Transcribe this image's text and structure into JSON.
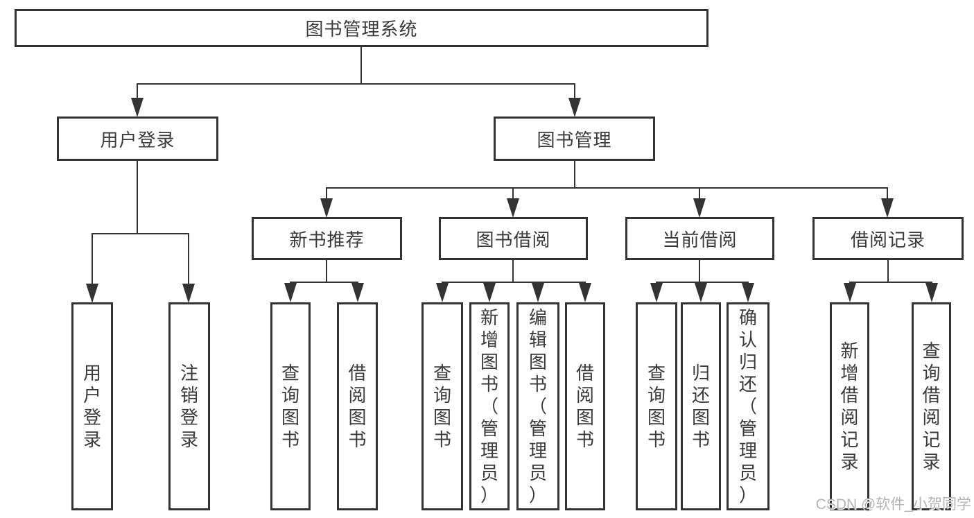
{
  "palette": {
    "line_color": "#333333",
    "text_color": "#3a3a3a",
    "box_background": "#ffffff",
    "watermark_color": "#b4b4b4"
  },
  "tree": {
    "root": {
      "label": "图书管理系统"
    },
    "branches": [
      {
        "label": "用户登录",
        "children": [
          {
            "label": "用户登录"
          },
          {
            "label": "注销登录"
          }
        ]
      },
      {
        "label": "图书管理",
        "children": [
          {
            "label": "新书推荐",
            "children": [
              {
                "label": "查询图书"
              },
              {
                "label": "借阅图书"
              }
            ]
          },
          {
            "label": "图书借阅",
            "children": [
              {
                "label": "查询图书"
              },
              {
                "label": "新增图书（管理员）"
              },
              {
                "label": "编辑图书（管理员）"
              },
              {
                "label": "借阅图书"
              }
            ]
          },
          {
            "label": "当前借阅",
            "children": [
              {
                "label": "查询图书"
              },
              {
                "label": "归还图书"
              },
              {
                "label": "确认归还（管理员）"
              }
            ]
          },
          {
            "label": "借阅记录",
            "children": [
              {
                "label": "新增借阅记录"
              },
              {
                "label": "查询借阅记录"
              }
            ]
          }
        ]
      }
    ]
  },
  "watermark": {
    "text": "CSDN @软件_小贺同学"
  }
}
